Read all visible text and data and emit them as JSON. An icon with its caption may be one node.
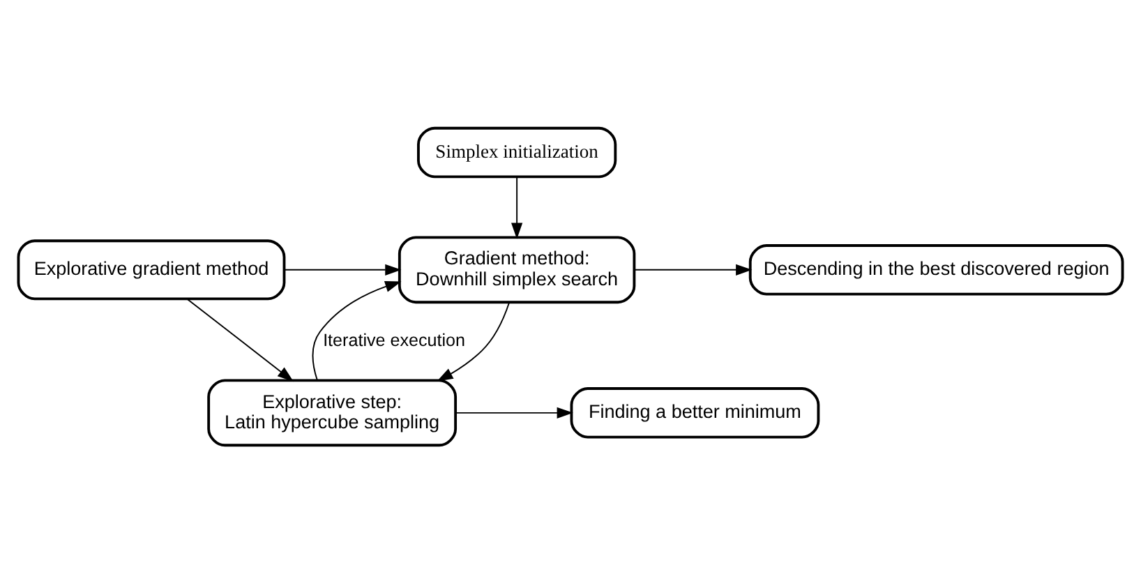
{
  "diagram": {
    "nodes": [
      {
        "text": [
          "Simplex initialization"
        ]
      },
      {
        "text": [
          "Explorative gradient method"
        ]
      },
      {
        "text": [
          "Gradient method:",
          "Downhill simplex search"
        ]
      },
      {
        "text": [
          "Descending in the best discovered region"
        ]
      },
      {
        "text": [
          "Explorative step:",
          "Latin hypercube sampling"
        ]
      },
      {
        "text": [
          "Finding a better minimum"
        ]
      }
    ],
    "edges": [
      {
        "from": 0,
        "to": 2,
        "arrow": "to"
      },
      {
        "from": 1,
        "to": 2,
        "arrow": "to"
      },
      {
        "from": 1,
        "to": 4,
        "arrow": "to"
      },
      {
        "from": 2,
        "to": 3,
        "arrow": "to"
      },
      {
        "from": 2,
        "to": 4,
        "arrow": "to"
      },
      {
        "from": 4,
        "to": 2,
        "arrow": "to",
        "label": "Iterative execution"
      },
      {
        "from": 4,
        "to": 5,
        "arrow": "to"
      }
    ]
  }
}
